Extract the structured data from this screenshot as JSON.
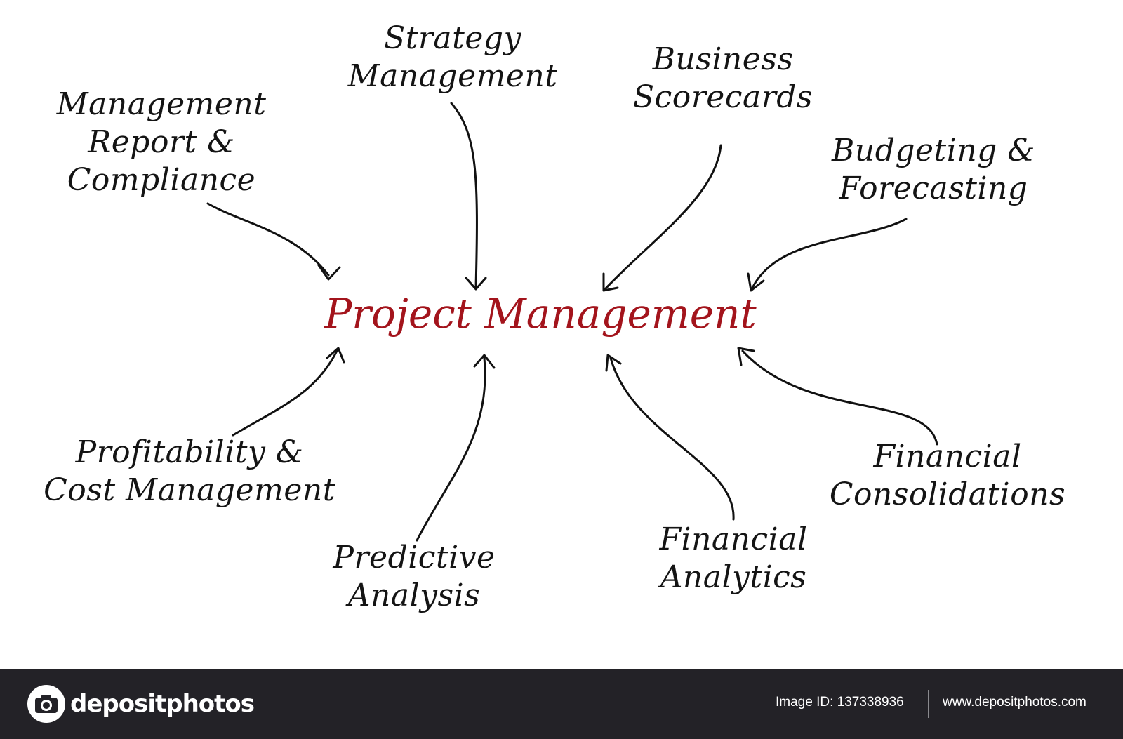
{
  "diagram": {
    "center_label": "Project Management",
    "nodes": [
      {
        "id": "strategy",
        "lines": [
          "Strategy",
          "Management"
        ]
      },
      {
        "id": "business",
        "lines": [
          "Business",
          "Scorecards"
        ]
      },
      {
        "id": "mgmt_report",
        "lines": [
          "Management",
          "Report &",
          "Compliance"
        ]
      },
      {
        "id": "budgeting",
        "lines": [
          "Budgeting &",
          "Forecasting"
        ]
      },
      {
        "id": "profitability",
        "lines": [
          "Profitability &",
          "Cost Management"
        ]
      },
      {
        "id": "predictive",
        "lines": [
          "Predictive",
          "Analysis"
        ]
      },
      {
        "id": "fin_analytics",
        "lines": [
          "Financial",
          "Analytics"
        ]
      },
      {
        "id": "fin_consolidations",
        "lines": [
          "Financial",
          "Consolidations"
        ]
      }
    ],
    "colors": {
      "center": "#a3141c",
      "text": "#141414",
      "arrow": "#111111"
    }
  },
  "footer": {
    "brand": "depositphotos",
    "image_id": "Image ID: 137338936",
    "site": "www.depositphotos.com",
    "background": "#232227"
  }
}
